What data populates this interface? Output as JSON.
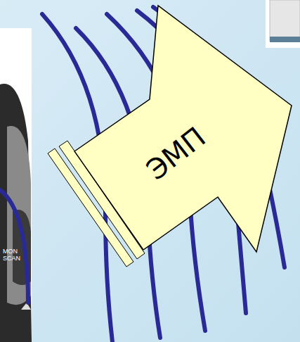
{
  "diagram": {
    "nodes": [
      {
        "text": [
          "ЭМП"
        ]
      }
    ],
    "labels": [
      "MON",
      "SCAN"
    ]
  }
}
